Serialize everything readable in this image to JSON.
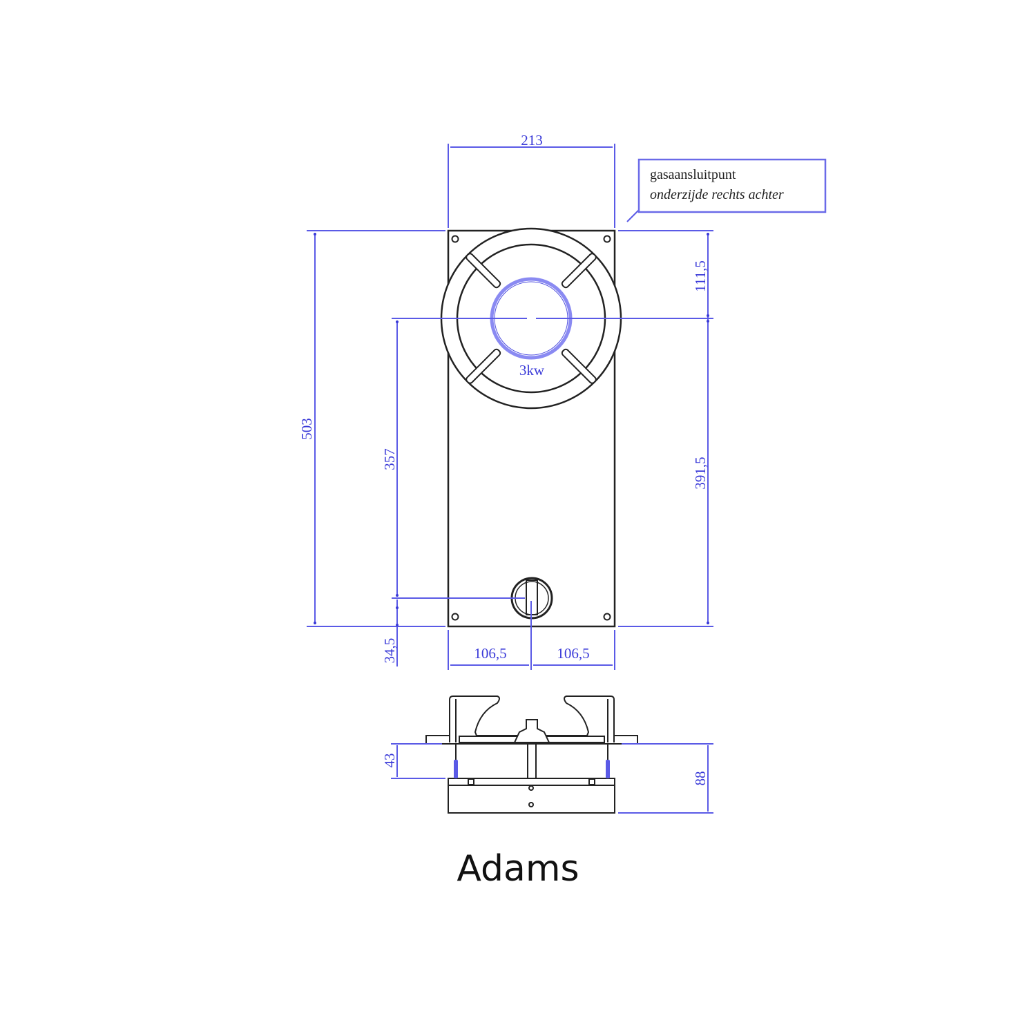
{
  "title": "Adams",
  "colors": {
    "dimension": "#5050e0",
    "outline": "#222222",
    "burner": "#7a7af0"
  },
  "top_view": {
    "width_label": "213",
    "depth_label": "503",
    "burner_center_from_top": "111,5",
    "burner_center_to_bottom": "391,5",
    "burner_to_knob": "357",
    "knob_from_bottom": "34,5",
    "knob_left": "106,5",
    "knob_right": "106,5",
    "burner_power": "3kw"
  },
  "note": {
    "line1": "gasaansluitpunt",
    "line2": "onderzijde rechts achter"
  },
  "side_view": {
    "below_top_label": "43",
    "total_height_label": "88"
  }
}
